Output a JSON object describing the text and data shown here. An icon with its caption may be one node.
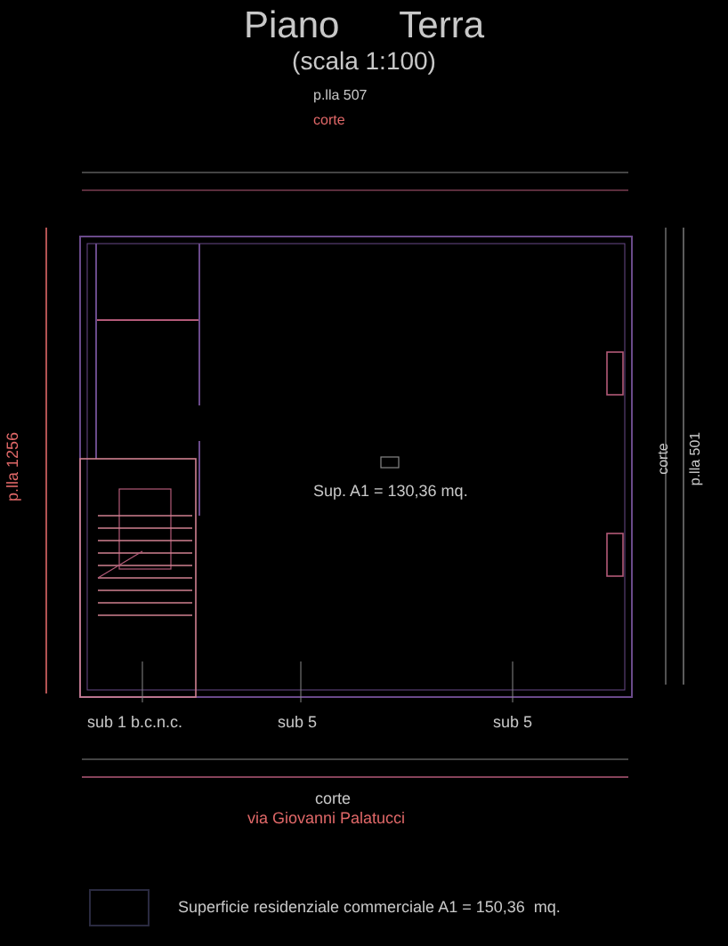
{
  "diagram": {
    "title": "Piano Terra",
    "caption": "(scala 1:100)",
    "labels": [
      "p.lla 507",
      "corte",
      "p.lla 1256",
      "corte",
      "p.lla 501",
      "Sup. A1 = 130,36 mq.",
      "sub 1 b.c.n.c.",
      "sub 5",
      "sub 5",
      "corte",
      "via Giovanni Palatucci"
    ],
    "legend": [
      {
        "text": "Superficie residenziale commerciale A1 = 150,36  mq."
      }
    ]
  }
}
